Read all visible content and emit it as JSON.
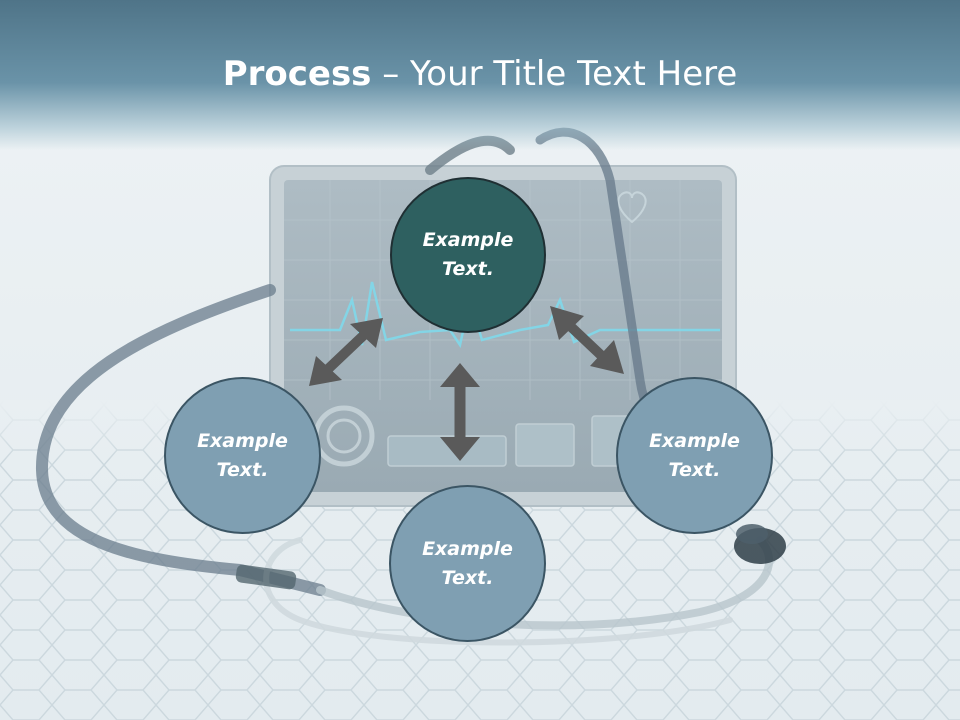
{
  "title": {
    "bold": "Process",
    "rest": " – Your Title Text Here"
  },
  "nodes": {
    "top": "Example Text.",
    "left": "Example Text.",
    "right": "Example Text.",
    "bottom": "Example Text."
  },
  "colors": {
    "header": "#5a8196",
    "center_node": "#2e6060",
    "outer_node": "#7f9fb2",
    "arrow": "#5a5a5a",
    "text": "#ffffff"
  }
}
